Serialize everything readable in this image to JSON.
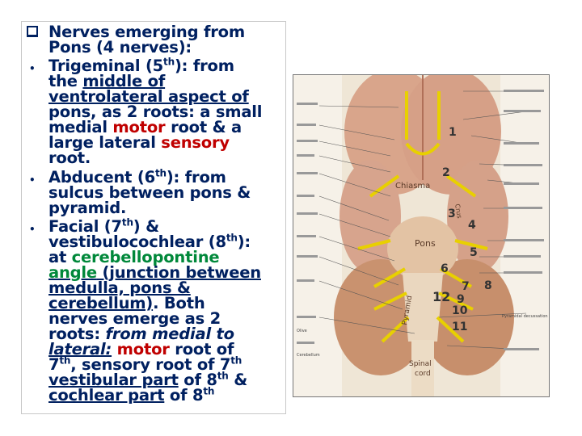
{
  "heading": {
    "line1": "Nerves emerging from",
    "line2": "Pons (4 nerves):"
  },
  "trigeminal": {
    "a": "Trigeminal (5",
    "sup": "th",
    "b": "): from",
    "c": "the ",
    "u1": "middle of",
    "u2": "ventrolateral aspect of",
    "d": "pons, as 2 roots: a small",
    "e": "medial ",
    "motor": "motor",
    "f": " root & a",
    "g": "large lateral ",
    "sensory": "sensory",
    "h": "root."
  },
  "abducent": {
    "a": "Abducent (6",
    "sup": "th",
    "b": "): from",
    "c": "sulcus between pons &",
    "d": "pyramid."
  },
  "facial": {
    "a": "Facial (7",
    "sup1": "th",
    "b": ") &",
    "c": "vestibulocochlear (8",
    "sup2": "th",
    "d": "):",
    "e": "at ",
    "cpa": "cerebellopontine",
    "f1": "angle",
    "f2": " (junction between",
    "g": "medulla, pons &",
    "h": "cerebellum)",
    "i": ". Both",
    "j": "nerves emerge as 2",
    "k": "roots: ",
    "k2": "from medial to",
    "l": "lateral:",
    "motor": " motor",
    "l2": " root of",
    "m": "7",
    "sup3": "th",
    "m2": ", sensory root of 7",
    "sup4": "th",
    "n": "vestibular part",
    "n2": " of 8",
    "sup5": "th",
    "n3": " &",
    "o": "cochlear part",
    "o2": " of 8",
    "sup6": "th"
  },
  "figure": {
    "numbers": [
      "1",
      "2",
      "3",
      "4",
      "5",
      "6",
      "7",
      "8",
      "9",
      "10",
      "11",
      "12"
    ],
    "labels": {
      "chiasma": "Chiasma",
      "pons": "Pons",
      "pyramid": "Pyramid",
      "spinal": "Spinal",
      "cord": "cord",
      "crus": "Crus",
      "olive": "Olive",
      "cerebellum": "Cerebellum",
      "pyramidal_decussation": "Pyramidal decussation"
    }
  },
  "colors": {
    "text": "#002060",
    "motor": "#c00000",
    "green": "#00883a",
    "nerve": "#e8d000"
  }
}
